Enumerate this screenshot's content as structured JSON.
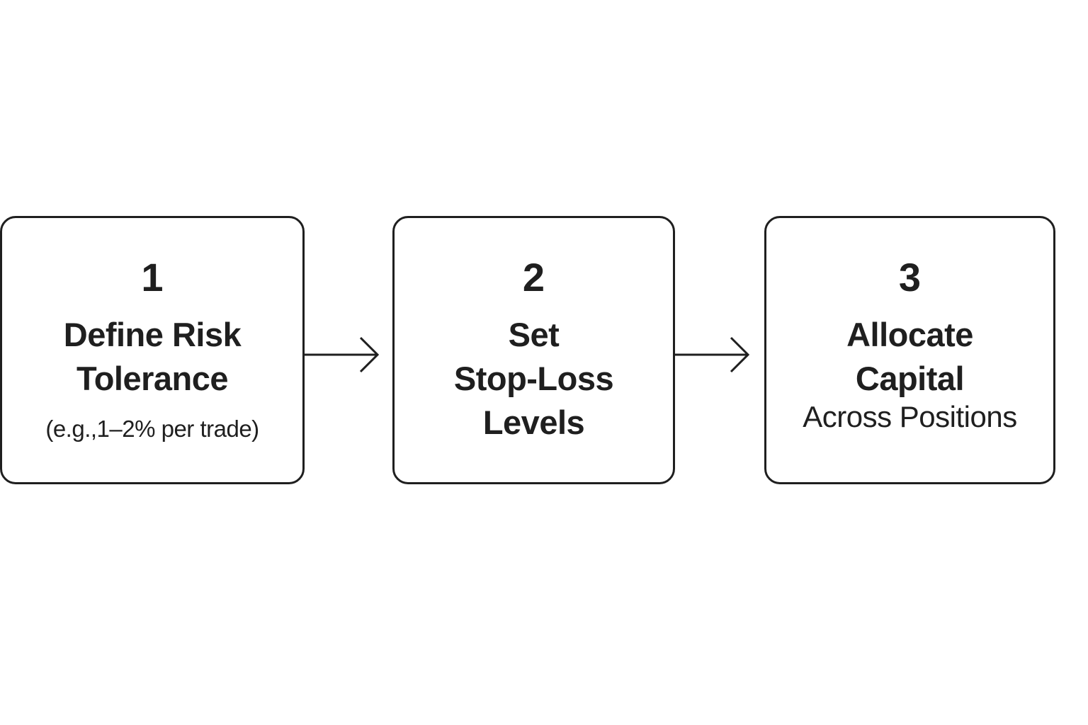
{
  "steps": [
    {
      "number": "1",
      "title_lines": [
        "Define Risk",
        "Tolerance"
      ],
      "note": "(e.g.,1–2% per trade)"
    },
    {
      "number": "2",
      "title_lines": [
        "Set",
        "Stop-Loss",
        "Levels"
      ],
      "note": ""
    },
    {
      "number": "3",
      "title_lines": [
        "Allocate",
        "Capital"
      ],
      "note": "Across Positions"
    }
  ],
  "colors": {
    "stroke": "#1f1f1f",
    "background": "#ffffff"
  },
  "icons": [
    "arrow-right-icon",
    "arrow-right-icon"
  ]
}
